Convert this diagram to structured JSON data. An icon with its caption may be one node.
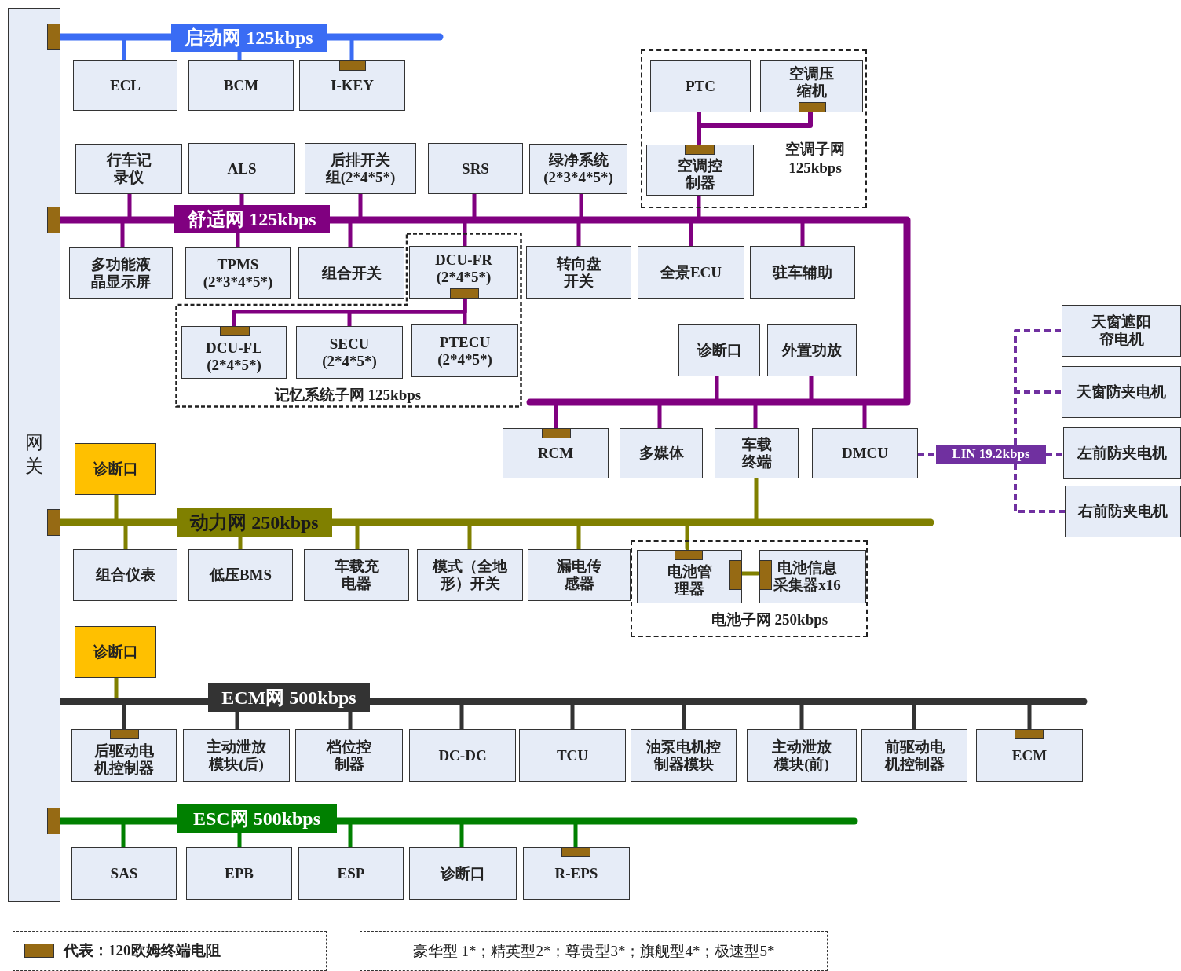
{
  "diagram": {
    "nodes": [
      {
        "text": [
          "网关"
        ]
      },
      {
        "text": [
          "启动网 125kbps"
        ]
      },
      {
        "text": [
          "ECL"
        ]
      },
      {
        "text": [
          "BCM"
        ]
      },
      {
        "text": [
          "I-KEY"
        ]
      },
      {
        "text": [
          "空调子网 125kbps"
        ]
      },
      {
        "text": [
          "PTC"
        ],
        "in": 5
      },
      {
        "text": [
          "空调压缩机"
        ],
        "in": 5
      },
      {
        "text": [
          "空调控制器"
        ],
        "in": 5
      },
      {
        "text": [
          "行车记录仪"
        ]
      },
      {
        "text": [
          "ALS"
        ]
      },
      {
        "text": [
          "后排开关组(2*4*5*)"
        ]
      },
      {
        "text": [
          "SRS"
        ]
      },
      {
        "text": [
          "绿净系统(2*3*4*5*)"
        ]
      },
      {
        "text": [
          "舒适网 125kbps"
        ]
      },
      {
        "text": [
          "多功能液晶显示屏"
        ]
      },
      {
        "text": [
          "TPMS (2*3*4*5*)"
        ]
      },
      {
        "text": [
          "组合开关"
        ]
      },
      {
        "text": [
          "记忆系统子网 125kbps"
        ]
      },
      {
        "text": [
          "DCU-FR (2*4*5*)"
        ],
        "in": 18
      },
      {
        "text": [
          "转向盘开关"
        ]
      },
      {
        "text": [
          "全景ECU"
        ]
      },
      {
        "text": [
          "驻车辅助"
        ]
      },
      {
        "text": [
          "DCU-FL (2*4*5*)"
        ],
        "in": 18
      },
      {
        "text": [
          "SECU (2*4*5*)"
        ],
        "in": 18
      },
      {
        "text": [
          "PTECU (2*4*5*)"
        ],
        "in": 18
      },
      {
        "text": [
          "诊断口"
        ]
      },
      {
        "text": [
          "外置功放"
        ]
      },
      {
        "text": [
          "天窗遮阳帘电机"
        ]
      },
      {
        "text": [
          "天窗防夹电机"
        ]
      },
      {
        "text": [
          "RCM"
        ]
      },
      {
        "text": [
          "多媒体"
        ]
      },
      {
        "text": [
          "车载终端"
        ]
      },
      {
        "text": [
          "DMCU"
        ]
      },
      {
        "text": [
          "LIN 19.2kbps"
        ]
      },
      {
        "text": [
          "左前防夹电机"
        ]
      },
      {
        "text": [
          "右前防夹电机"
        ]
      },
      {
        "text": [
          "诊断口"
        ]
      },
      {
        "text": [
          "动力网 250kbps"
        ]
      },
      {
        "text": [
          "组合仪表"
        ]
      },
      {
        "text": [
          "低压BMS"
        ]
      },
      {
        "text": [
          "车载充电器"
        ]
      },
      {
        "text": [
          "模式（全地形）开关"
        ]
      },
      {
        "text": [
          "漏电传感器"
        ]
      },
      {
        "text": [
          "电池子网 250kbps"
        ]
      },
      {
        "text": [
          "电池管理器"
        ],
        "in": 44
      },
      {
        "text": [
          "电池信息采集器x16"
        ],
        "in": 44
      },
      {
        "text": [
          "诊断口"
        ]
      },
      {
        "text": [
          "ECM网 500kbps"
        ]
      },
      {
        "text": [
          "后驱动电机控制器"
        ]
      },
      {
        "text": [
          "主动泄放模块(后)"
        ]
      },
      {
        "text": [
          "档位控制器"
        ]
      },
      {
        "text": [
          "DC-DC"
        ]
      },
      {
        "text": [
          "TCU"
        ]
      },
      {
        "text": [
          "油泵电机控制器模块"
        ]
      },
      {
        "text": [
          "主动泄放模块(前)"
        ]
      },
      {
        "text": [
          "前驱动电机控制器"
        ]
      },
      {
        "text": [
          "ECM"
        ]
      },
      {
        "text": [
          "ESC网 500kbps"
        ]
      },
      {
        "text": [
          "SAS"
        ]
      },
      {
        "text": [
          "EPB"
        ]
      },
      {
        "text": [
          "ESP"
        ]
      },
      {
        "text": [
          "诊断口"
        ]
      },
      {
        "text": [
          "R-EPS"
        ]
      },
      {
        "text": [
          "豪华型 1*；精英型2*；尊贵型3*；旗舰型4*；极速型5*"
        ]
      }
    ],
    "edges": [
      {
        "from": 0,
        "to": 1,
        "arrow": "none",
        "color": "#3a6cf4"
      },
      {
        "from": 1,
        "to": 2,
        "arrow": "none",
        "color": "#3a6cf4"
      },
      {
        "from": 1,
        "to": 3,
        "arrow": "none",
        "color": "#3a6cf4"
      },
      {
        "from": 1,
        "to": 4,
        "arrow": "none",
        "color": "#3a6cf4"
      },
      {
        "from": 0,
        "to": 14,
        "arrow": "none"
      },
      {
        "from": 14,
        "to": 9,
        "arrow": "none"
      },
      {
        "from": 14,
        "to": 10,
        "arrow": "none"
      },
      {
        "from": 14,
        "to": 11,
        "arrow": "none"
      },
      {
        "from": 14,
        "to": 12,
        "arrow": "none"
      },
      {
        "from": 14,
        "to": 13,
        "arrow": "none"
      },
      {
        "from": 14,
        "to": 8,
        "arrow": "none"
      },
      {
        "from": 14,
        "to": 15,
        "arrow": "none"
      },
      {
        "from": 14,
        "to": 16,
        "arrow": "none"
      },
      {
        "from": 14,
        "to": 17,
        "arrow": "none"
      },
      {
        "from": 14,
        "to": 19,
        "arrow": "none"
      },
      {
        "from": 14,
        "to": 20,
        "arrow": "none"
      },
      {
        "from": 14,
        "to": 21,
        "arrow": "none"
      },
      {
        "from": 14,
        "to": 22,
        "arrow": "none"
      },
      {
        "from": 14,
        "to": 26,
        "arrow": "none"
      },
      {
        "from": 14,
        "to": 27,
        "arrow": "none"
      },
      {
        "from": 14,
        "to": 30,
        "arrow": "none"
      },
      {
        "from": 14,
        "to": 31,
        "arrow": "none"
      },
      {
        "from": 14,
        "to": 32,
        "arrow": "none"
      },
      {
        "from": 14,
        "to": 33,
        "arrow": "none"
      },
      {
        "from": 19,
        "to": 23,
        "arrow": "none"
      },
      {
        "from": 19,
        "to": 24,
        "arrow": "none"
      },
      {
        "from": 19,
        "to": 25,
        "arrow": "none"
      },
      {
        "from": 8,
        "to": 6,
        "arrow": "none"
      },
      {
        "from": 8,
        "to": 7,
        "arrow": "none"
      },
      {
        "from": 33,
        "to": 34,
        "arrow": "none",
        "style": "dashed",
        "color": "#7030a0"
      },
      {
        "from": 34,
        "to": 28,
        "arrow": "none",
        "style": "dashed",
        "color": "#7030a0"
      },
      {
        "from": 34,
        "to": 29,
        "arrow": "none",
        "style": "dashed",
        "color": "#7030a0"
      },
      {
        "from": 34,
        "to": 35,
        "arrow": "none",
        "style": "dashed",
        "color": "#7030a0"
      },
      {
        "from": 34,
        "to": 36,
        "arrow": "none",
        "style": "dashed",
        "color": "#7030a0"
      },
      {
        "from": 0,
        "to": 38,
        "arrow": "none",
        "color": "#808000"
      },
      {
        "from": 38,
        "to": 37,
        "arrow": "none",
        "color": "#808000"
      },
      {
        "from": 38,
        "to": 32,
        "arrow": "none",
        "color": "#808000"
      },
      {
        "from": 38,
        "to": 39,
        "arrow": "none",
        "color": "#808000"
      },
      {
        "from": 38,
        "to": 40,
        "arrow": "none",
        "color": "#808000"
      },
      {
        "from": 38,
        "to": 41,
        "arrow": "none",
        "color": "#808000"
      },
      {
        "from": 38,
        "to": 42,
        "arrow": "none",
        "color": "#808000"
      },
      {
        "from": 38,
        "to": 43,
        "arrow": "none",
        "color": "#808000"
      },
      {
        "from": 38,
        "to": 45,
        "arrow": "none",
        "color": "#808000"
      },
      {
        "from": 45,
        "to": 46,
        "arrow": "none",
        "color": "#808000"
      },
      {
        "from": 0,
        "to": 48,
        "arrow": "none",
        "color": "#333333"
      },
      {
        "from": 48,
        "to": 47,
        "arrow": "none",
        "color": "#808000"
      },
      {
        "from": 48,
        "to": 49,
        "arrow": "none",
        "color": "#333333"
      },
      {
        "from": 48,
        "to": 50,
        "arrow": "none",
        "color": "#333333"
      },
      {
        "from": 48,
        "to": 51,
        "arrow": "none",
        "color": "#333333"
      },
      {
        "from": 48,
        "to": 52,
        "arrow": "none",
        "color": "#333333"
      },
      {
        "from": 48,
        "to": 53,
        "arrow": "none",
        "color": "#333333"
      },
      {
        "from": 48,
        "to": 54,
        "arrow": "none",
        "color": "#333333"
      },
      {
        "from": 48,
        "to": 55,
        "arrow": "none",
        "color": "#333333"
      },
      {
        "from": 48,
        "to": 56,
        "arrow": "none",
        "color": "#333333"
      },
      {
        "from": 48,
        "to": 57,
        "arrow": "none",
        "color": "#333333"
      },
      {
        "from": 0,
        "to": 58,
        "arrow": "none",
        "color": "#008000"
      },
      {
        "from": 58,
        "to": 59,
        "arrow": "none",
        "color": "#008000"
      },
      {
        "from": 58,
        "to": 60,
        "arrow": "none",
        "color": "#008000"
      },
      {
        "from": 58,
        "to": 61,
        "arrow": "none",
        "color": "#008000"
      },
      {
        "from": 58,
        "to": 62,
        "arrow": "none",
        "color": "#008000"
      },
      {
        "from": 58,
        "to": 63,
        "arrow": "none",
        "color": "#008000"
      }
    ],
    "legend": [
      {
        "text": "代表：120欧姆终端电阻",
        "color": "#966a14"
      }
    ]
  }
}
